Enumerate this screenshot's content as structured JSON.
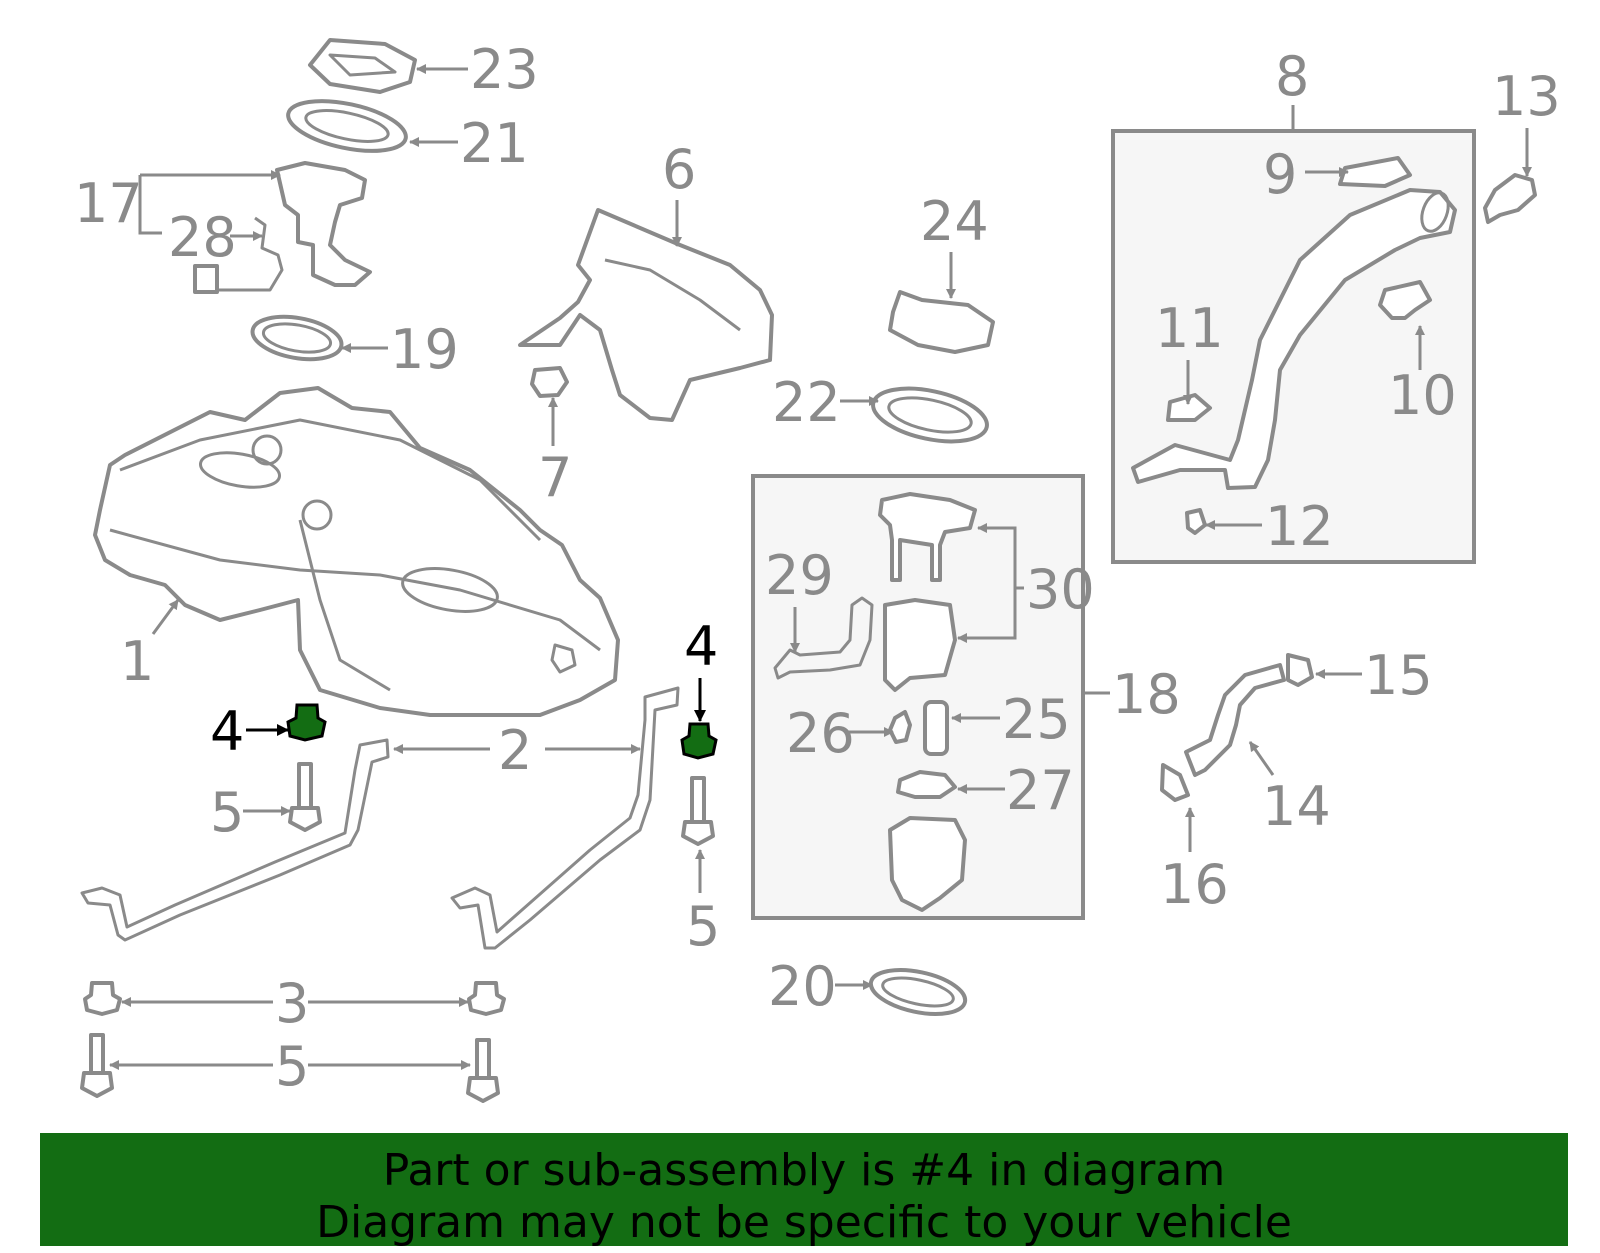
{
  "diagram": {
    "callouts": [
      "1",
      "2",
      "3",
      "4",
      "4",
      "5",
      "5",
      "5",
      "6",
      "7",
      "8",
      "9",
      "10",
      "11",
      "12",
      "13",
      "14",
      "15",
      "16",
      "17",
      "18",
      "19",
      "20",
      "21",
      "22",
      "23",
      "24",
      "25",
      "26",
      "27",
      "28",
      "29",
      "30"
    ],
    "highlighted_part": "4",
    "colors": {
      "line": "#8a8a8a",
      "highlight": "#136d13",
      "banner": "#136d13",
      "highlight_text": "#000000"
    }
  },
  "banner": {
    "line1": "Part or sub-assembly is #4 in diagram",
    "line2": "Diagram may not be specific to your vehicle"
  }
}
